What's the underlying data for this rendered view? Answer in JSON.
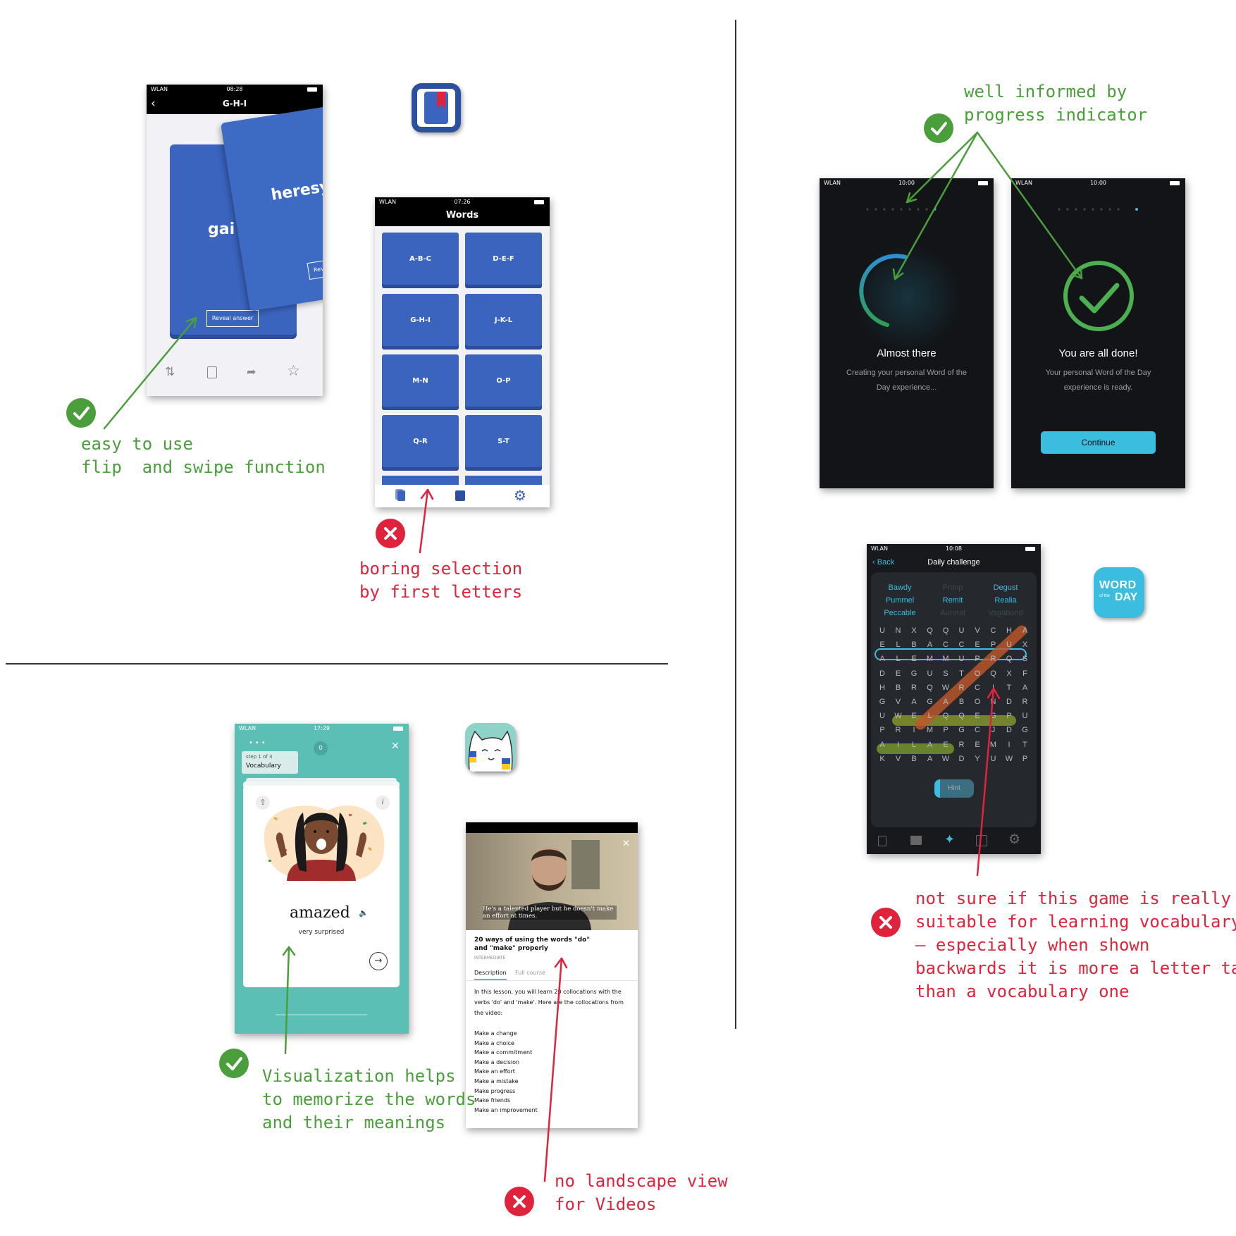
{
  "annotations": {
    "flip_swipe": "easy to use\nflip  and swipe function",
    "boring_selection": "boring selection\nby first letters",
    "progress_indicator": "well informed by\nprogress indicator",
    "visualization": "Visualization helps\nto memorize the words\nand their meanings",
    "landscape": "no landscape view\nfor Videos",
    "game_suitability": "not sure if this game is really\nsuitable for learning vocabulary\n– especially when shown\nbackwards it is more a letter task\nthan a vocabulary one"
  },
  "colors": {
    "green": "#4a9e3b",
    "red": "#e0233d",
    "card_blue": "#3a64be",
    "teal": "#5bbfb5",
    "cyan": "#3bbde0"
  },
  "flashcards_screen": {
    "status": {
      "carrier": "WLAN",
      "time": "08:28"
    },
    "title": "G-H-I",
    "front_word": "heresy",
    "back_word": "gai",
    "reveal_front": "Reveal answer",
    "reveal_back": "Reveal answer",
    "toolbar_icons": [
      "shuffle-icon",
      "copy-icon",
      "share-icon",
      "star-icon"
    ]
  },
  "words_screen": {
    "status": {
      "carrier": "WLAN",
      "time": "07:26"
    },
    "title": "Words",
    "groups": [
      "A-B-C",
      "D-E-F",
      "G-H-I",
      "J-K-L",
      "M-N",
      "O-P",
      "Q-R",
      "S-T"
    ],
    "tab_icons": [
      "cards-icon",
      "book-icon",
      "settings-icon"
    ]
  },
  "onboarding_progress": {
    "status": {
      "carrier": "WLAN",
      "time": "10:00"
    },
    "title": "Almost there",
    "subtitle": "Creating your personal Word of the Day experience..."
  },
  "onboarding_done": {
    "status": {
      "carrier": "WLAN",
      "time": "10:00"
    },
    "title": "You are all done!",
    "subtitle": "Your personal Word of the Day experience is ready.",
    "button": "Continue"
  },
  "daily_challenge": {
    "status": {
      "carrier": "WLAN",
      "time": "10:08"
    },
    "back": "Back",
    "title": "Daily challenge",
    "words": [
      {
        "text": "Bawdy",
        "found": false
      },
      {
        "text": "Primp",
        "found": true
      },
      {
        "text": "Degust",
        "found": false
      },
      {
        "text": "Pummel",
        "found": false
      },
      {
        "text": "Remit",
        "found": false
      },
      {
        "text": "Realia",
        "found": false
      },
      {
        "text": "Peccable",
        "found": false
      },
      {
        "text": "Auroral",
        "found": true
      },
      {
        "text": "Vagabond",
        "found": true
      }
    ],
    "grid": [
      "UNXQQUVCHA",
      "ELBACCEPUX",
      "ALEMMUPRQS",
      "DEGUSTOQXF",
      "HBRQWRCITA",
      "GVAGABONDR",
      "UWELQQEGPU",
      "PRIMPGCJDG",
      "AILAEREMIT",
      "KVBAWDYUWP"
    ],
    "hint": "Hint",
    "app_icon_line1": "WORD",
    "app_icon_line2": "of the",
    "app_icon_line3": "DAY"
  },
  "vocab_card": {
    "status": {
      "carrier": "WLAN",
      "time": "17:29"
    },
    "step": "step 1 of 3",
    "section": "Vocabulary",
    "score": "0",
    "word": "amazed",
    "meaning": "very surprised"
  },
  "video_lesson": {
    "caption": "He's a talented player but he doesn't make an effort at times.",
    "title": "20 ways of using the words \"do\" and \"make\" properly",
    "level": "INTERMEDIATE",
    "tab_description": "Description",
    "tab_full_course": "Full course",
    "intro": "In this lesson, you will learn 20 collocations with the verbs 'do' and 'make'. Here are the collocations from the video:",
    "items": [
      "Make a change",
      "Make a choice",
      "Make a commitment",
      "Make a decision",
      "Make an effort",
      "Make a mistake",
      "Make progress",
      "Make friends",
      "Make an improvement"
    ]
  }
}
